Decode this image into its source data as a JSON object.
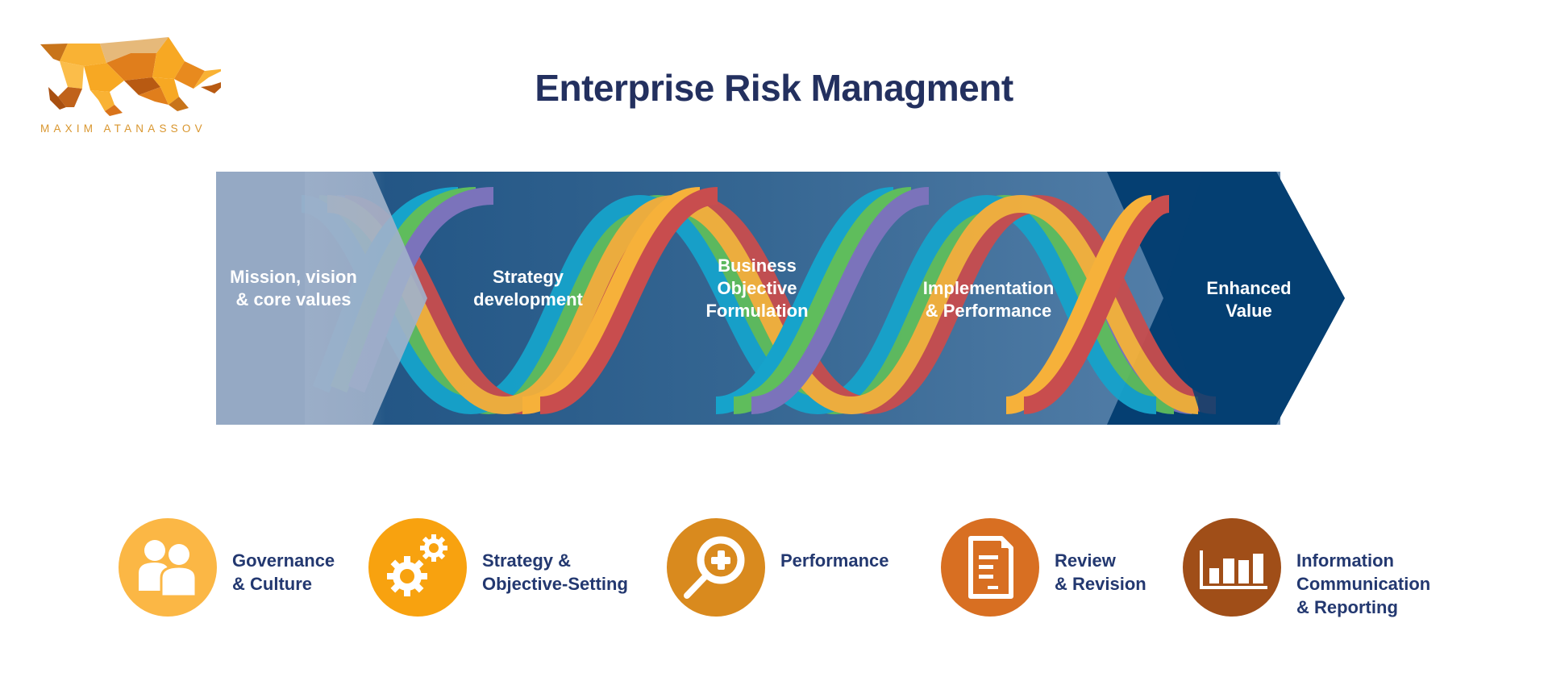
{
  "logo": {
    "text": "MAXIM ATANASSOV",
    "icon": "geometric-bull-icon",
    "colors": [
      "#f7a823",
      "#fbbd4a",
      "#e07e1c",
      "#b85a12",
      "#e6b97a"
    ]
  },
  "title": "Enterprise Risk Managment",
  "banner": {
    "colors": {
      "first_panel": "#9fb1ca",
      "main_dark": "#1d5282",
      "main_light": "#4f7ba6",
      "last_panel": "#053f72",
      "ribbons": [
        "#f6b13a",
        "#c84d4e",
        "#16a3cb",
        "#5fbd5c",
        "#7b73bb"
      ]
    },
    "stages": [
      {
        "line1": "Mission, vision",
        "line2": "& core values"
      },
      {
        "line1": "Strategy",
        "line2": "development"
      },
      {
        "line1": "Business",
        "line2": "Objective",
        "line3": "Formulation"
      },
      {
        "line1": "Implementation",
        "line2": "& Performance"
      },
      {
        "line1": "Enhanced",
        "line2": "Value"
      }
    ]
  },
  "components": [
    {
      "icon": "people-icon",
      "color": "#fbb745",
      "line1": "Governance",
      "line2": "& Culture"
    },
    {
      "icon": "gears-icon",
      "color": "#f8a20f",
      "line1": "Strategy &",
      "line2": "Objective-Setting"
    },
    {
      "icon": "magnifier-plus-icon",
      "color": "#d98a1e",
      "line1": "Performance"
    },
    {
      "icon": "document-icon",
      "color": "#d86f22",
      "line1": "Review",
      "line2": "& Revision"
    },
    {
      "icon": "bar-chart-icon",
      "color": "#a04e18",
      "line1": "Information",
      "line2": "Communication",
      "line3": "& Reporting"
    }
  ]
}
